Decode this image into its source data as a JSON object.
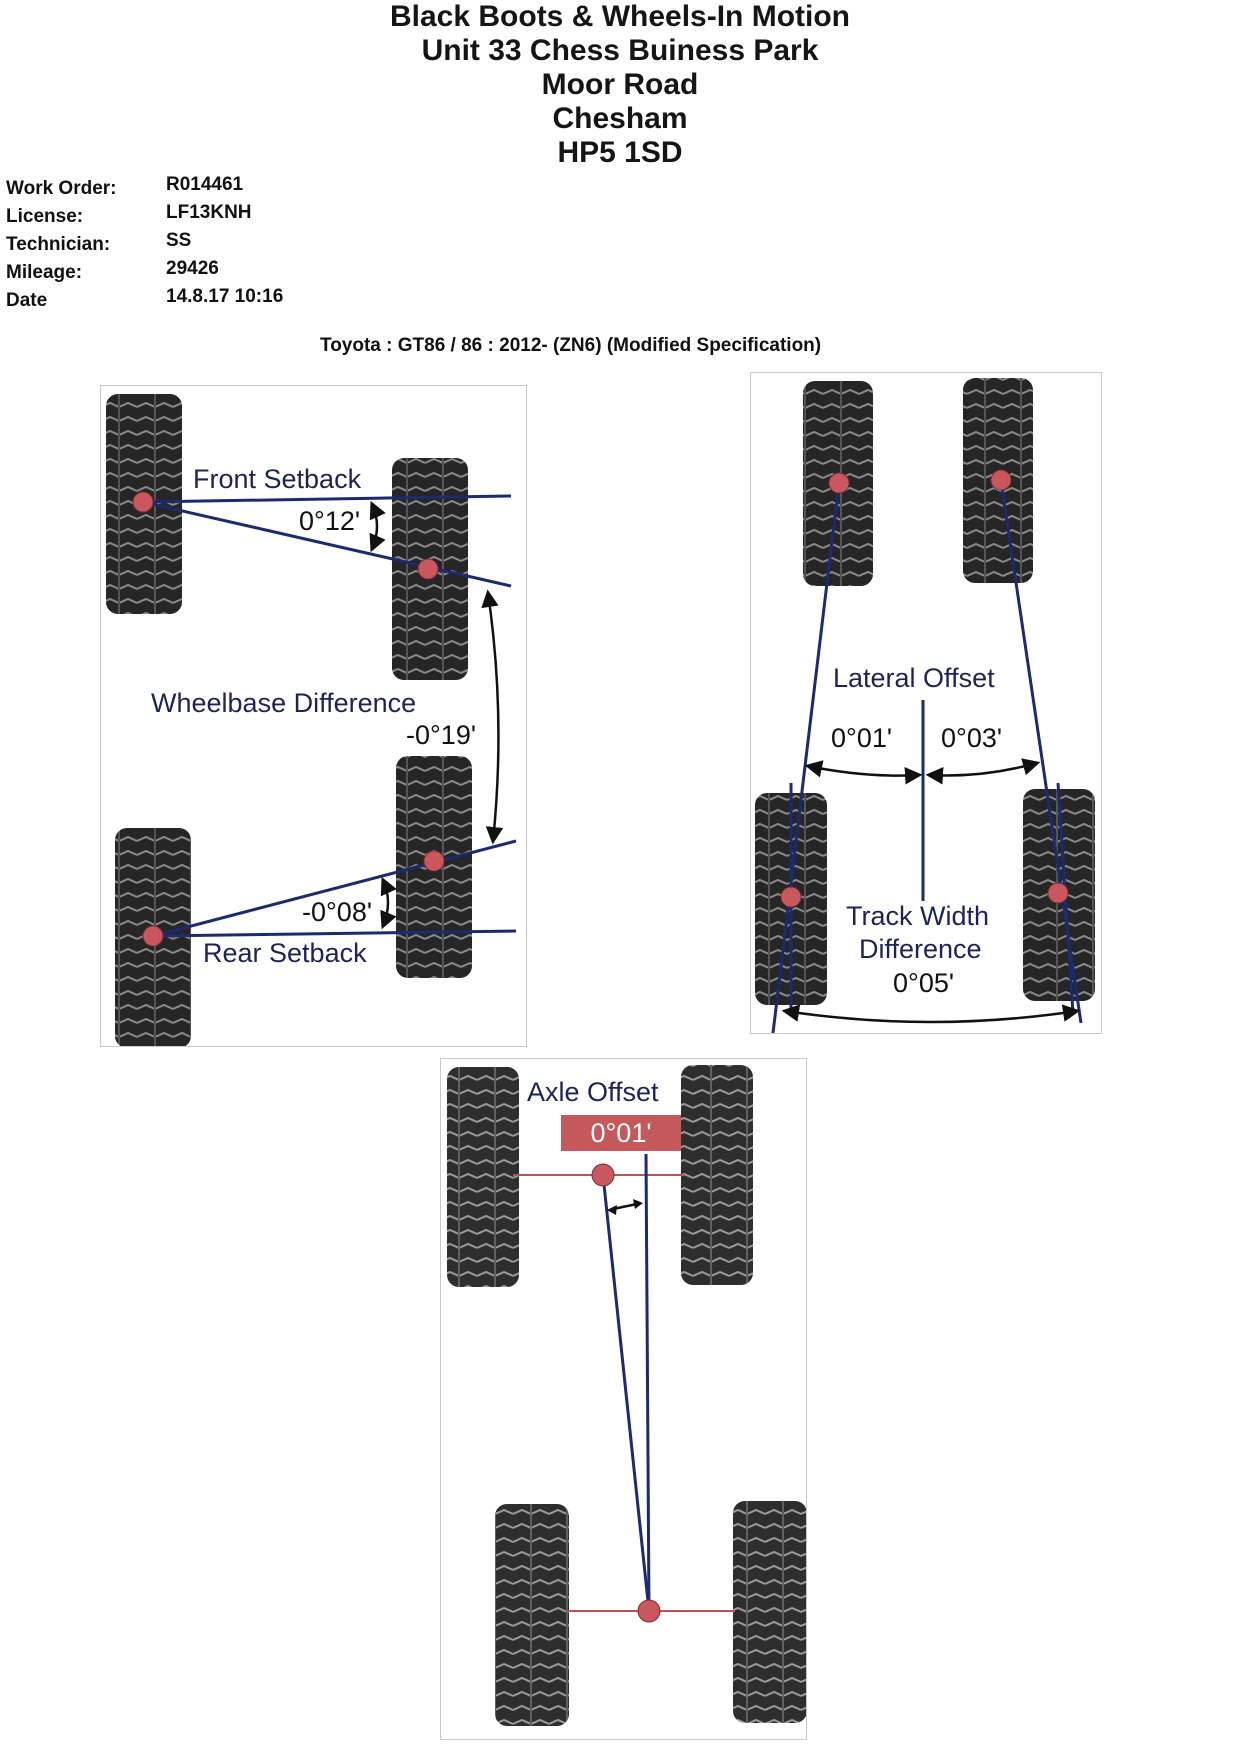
{
  "header": {
    "line1": "Black Boots & Wheels-In Motion",
    "line2": "Unit 33 Chess Buiness Park",
    "line3": "Moor Road",
    "line4": "Chesham",
    "line5": "HP5 1SD"
  },
  "info": {
    "work_order_label": "Work Order:",
    "work_order": "R014461",
    "license_label": "License:",
    "license": "LF13KNH",
    "technician_label": "Technician:",
    "technician": "SS",
    "mileage_label": "Mileage:",
    "mileage": "29426",
    "date_label": "Date",
    "date": "14.8.17 10:16"
  },
  "vehicle": "Toyota : GT86 / 86 : 2012-  (ZN6) (Modified Specification)",
  "setback_panel": {
    "front_setback_label": "Front Setback",
    "front_setback_value": "0°12'",
    "wheelbase_label": "Wheelbase Difference",
    "wheelbase_value": "-0°19'",
    "rear_setback_value": "-0°08'",
    "rear_setback_label": "Rear Setback"
  },
  "offset_panel": {
    "lateral_offset_label": "Lateral Offset",
    "lateral_left_value": "0°01'",
    "lateral_right_value": "0°03'",
    "track_width_label_1": "Track Width",
    "track_width_label_2": "Difference",
    "track_width_value": "0°05'"
  },
  "axle_panel": {
    "axle_offset_label": "Axle Offset",
    "axle_offset_value": "0°01'"
  },
  "colors": {
    "line": "#1c2a6e",
    "ball": "#c9575d",
    "badge": "#c4585a",
    "tyre": "#1a1a1a"
  }
}
